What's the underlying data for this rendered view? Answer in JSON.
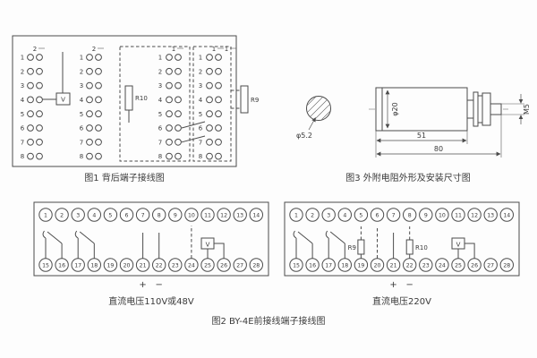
{
  "colors": {
    "ink": "#3a3a3a",
    "line": "#4c4c4c",
    "bg": "#fdfdfd"
  },
  "fig1": {
    "caption": "图1  背后端子接线图",
    "row_numbers": [
      "1",
      "2",
      "3",
      "4",
      "5",
      "6",
      "7",
      "8"
    ],
    "top_labels": [
      "2",
      "2",
      "1",
      "1",
      "1"
    ],
    "v_label": "V",
    "r10_label": "R10",
    "r9_label": "R9"
  },
  "fig3": {
    "caption": "图3  外附电阻外形及安装尺寸图",
    "hole_diameter": "φ5.2",
    "body_diameter": "φ20",
    "body_length": "51",
    "total_length": "80",
    "thread_size": "M5"
  },
  "fig2": {
    "caption": "图2  BY-4E前接线端子接线图",
    "left_strip": {
      "caption": "直流电压110V或48V",
      "top_terminals": [
        "1",
        "2",
        "3",
        "4",
        "5",
        "6",
        "7",
        "8",
        "9",
        "10",
        "11",
        "12",
        "13",
        "14"
      ],
      "bottom_terminals": [
        "15",
        "16",
        "17",
        "18",
        "19",
        "20",
        "21",
        "22",
        "23",
        "24",
        "25",
        "26",
        "27",
        "28"
      ],
      "v_label": "V",
      "plus": "+",
      "minus": "−"
    },
    "right_strip": {
      "caption": "直流电压220V",
      "top_terminals": [
        "1",
        "2",
        "3",
        "4",
        "5",
        "6",
        "7",
        "8",
        "9",
        "10",
        "11",
        "12",
        "13",
        "14"
      ],
      "bottom_terminals": [
        "15",
        "16",
        "17",
        "18",
        "19",
        "20",
        "21",
        "22",
        "23",
        "24",
        "25",
        "26",
        "27",
        "28"
      ],
      "v_label": "V",
      "r9_label": "R9",
      "r10_label": "R10",
      "plus": "+",
      "minus": "−"
    }
  }
}
